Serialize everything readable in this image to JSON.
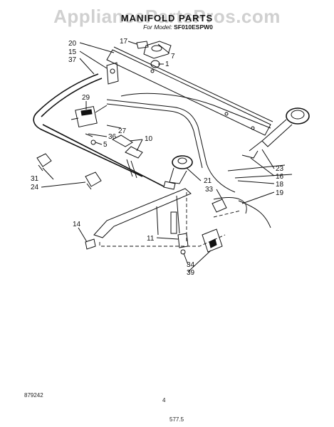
{
  "header": {
    "watermark": "AppliancePartsPros.com",
    "title": "MANIFOLD PARTS",
    "model_prefix": "For Model:",
    "model_number": "SF010ESPW0"
  },
  "callouts": [
    {
      "id": "c17",
      "text": "17"
    },
    {
      "id": "c20",
      "text": "20"
    },
    {
      "id": "c7",
      "text": "7"
    },
    {
      "id": "c15",
      "text": "15"
    },
    {
      "id": "c1",
      "text": "1"
    },
    {
      "id": "c37",
      "text": "37"
    },
    {
      "id": "c29",
      "text": "29"
    },
    {
      "id": "c27",
      "text": "27"
    },
    {
      "id": "c10",
      "text": "10"
    },
    {
      "id": "c5",
      "text": "5"
    },
    {
      "id": "c36",
      "text": "36"
    },
    {
      "id": "c23",
      "text": "23"
    },
    {
      "id": "c16",
      "text": "16"
    },
    {
      "id": "c31",
      "text": "31"
    },
    {
      "id": "c21",
      "text": "21"
    },
    {
      "id": "c18",
      "text": "18"
    },
    {
      "id": "c24",
      "text": "24"
    },
    {
      "id": "c33",
      "text": "33"
    },
    {
      "id": "c19",
      "text": "19"
    },
    {
      "id": "c14",
      "text": "14"
    },
    {
      "id": "c11",
      "text": "11"
    },
    {
      "id": "c34",
      "text": "34"
    },
    {
      "id": "c39",
      "text": "39"
    }
  ],
  "footer": {
    "code": "879242",
    "page_number": "4",
    "bottom_mark": "577.5 "
  }
}
